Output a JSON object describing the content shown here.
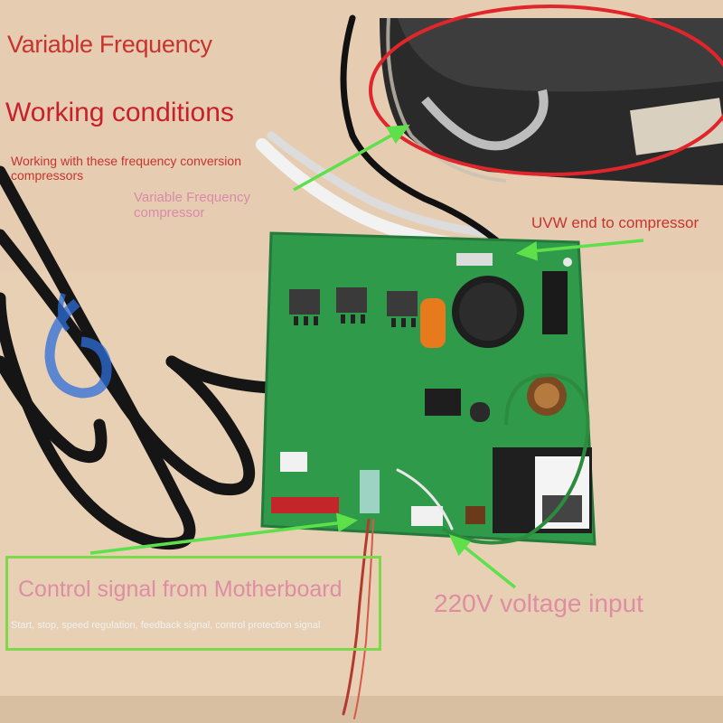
{
  "labels": {
    "variable_frequency": "Variable Frequency",
    "working_conditions": "Working conditions",
    "working_with": "Working with these frequency conversion compressors",
    "vf_compressor": "Variable Frequency compressor",
    "uvw_end": "UVW end to compressor",
    "control_signal": "Control signal from Motherboard",
    "control_detail": "Start, stop, speed regulation, feedback signal, control protection signal",
    "voltage_input": "220V voltage input"
  },
  "colors": {
    "background": "#e6cdb2",
    "board_green": "#2f9a4a",
    "arrow_green": "#5ee04a",
    "highlight_red": "#e0262a",
    "title_red": "#c8332e",
    "caption_pink": "#de8da3"
  }
}
